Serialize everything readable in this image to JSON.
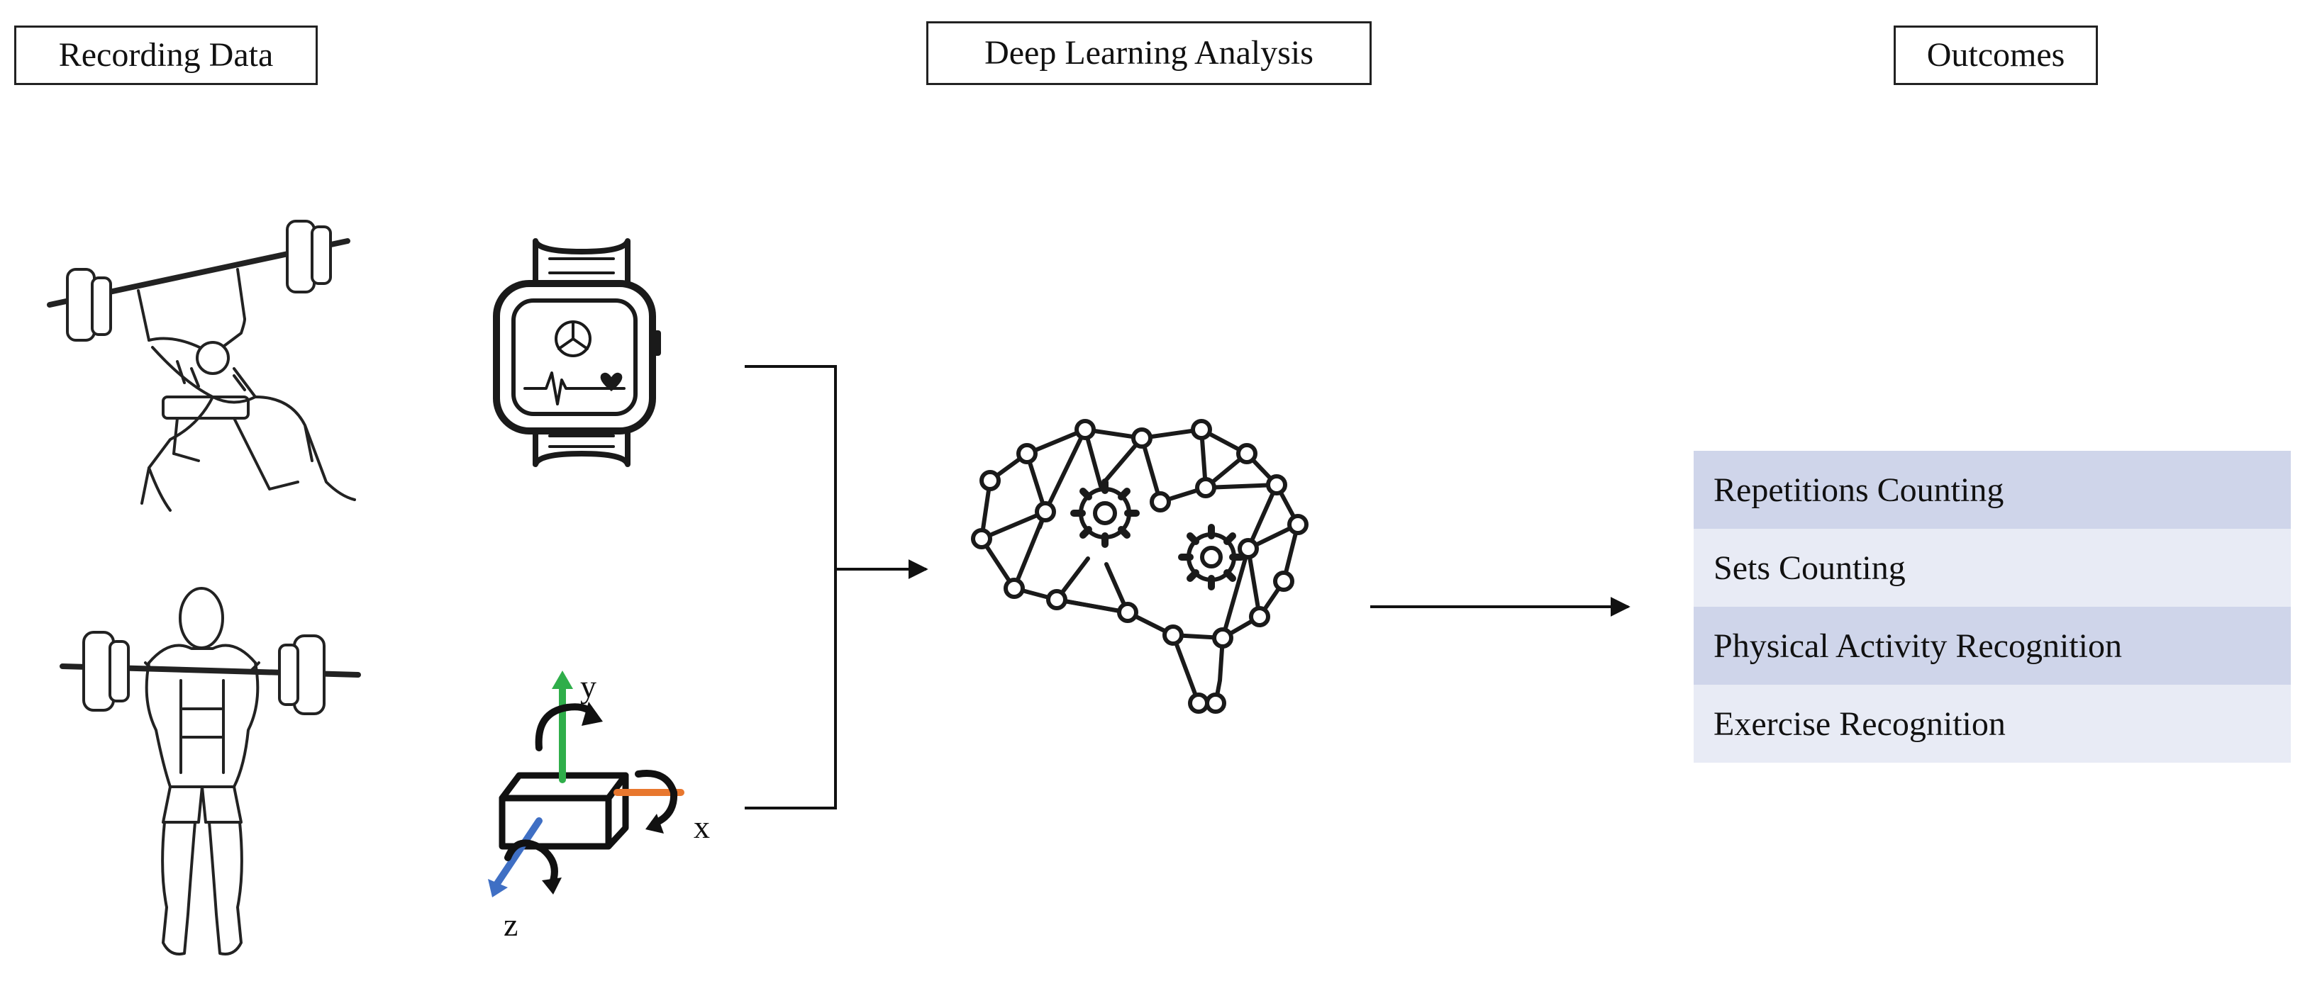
{
  "headers": {
    "recording": "Recording Data",
    "deep_learning": "Deep Learning Analysis",
    "outcomes": "Outcomes"
  },
  "axes": {
    "x": "x",
    "y": "y",
    "z": "z"
  },
  "outcomes": [
    {
      "label": "Repetitions Counting"
    },
    {
      "label": "Sets Counting"
    },
    {
      "label": "Physical Activity Recognition"
    },
    {
      "label": "Exercise Recognition"
    }
  ],
  "icons": [
    "bench-press-icon",
    "shoulder-press-icon",
    "smartwatch-icon",
    "imu-axes-icon",
    "neural-brain-icon"
  ],
  "colors": {
    "axis_y": "#2fae4a",
    "axis_x": "#e8772e",
    "axis_z": "#3f6fc4",
    "outcome_dark": "#cfd5ea",
    "outcome_light": "#e8ebf5"
  }
}
